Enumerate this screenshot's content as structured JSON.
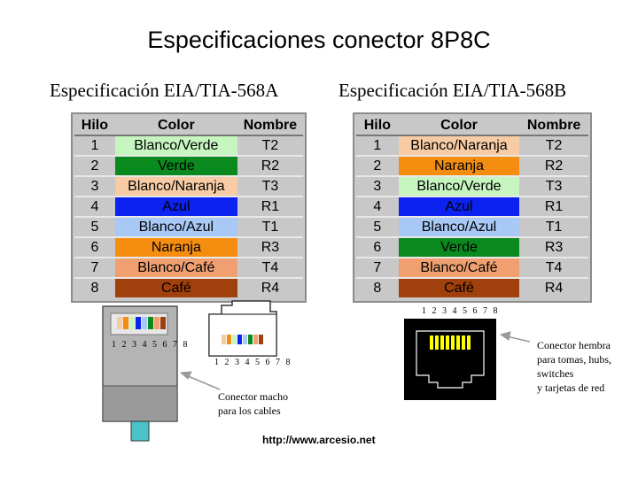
{
  "title": "Especificaciones conector 8P8C",
  "spec_a": {
    "heading": "Especificación EIA/TIA-568A",
    "columns": [
      "Hilo",
      "Color",
      "Nombre"
    ],
    "rows": [
      {
        "hilo": "1",
        "color": "Blanco/Verde",
        "nombre": "T2",
        "bg": "#c6f5c0"
      },
      {
        "hilo": "2",
        "color": "Verde",
        "nombre": "R2",
        "bg": "#0a8a1e"
      },
      {
        "hilo": "3",
        "color": "Blanco/Naranja",
        "nombre": "T3",
        "bg": "#f7cca4"
      },
      {
        "hilo": "4",
        "color": "Azul",
        "nombre": "R1",
        "bg": "#0b22f0"
      },
      {
        "hilo": "5",
        "color": "Blanco/Azul",
        "nombre": "T1",
        "bg": "#a8c8f5"
      },
      {
        "hilo": "6",
        "color": "Naranja",
        "nombre": "R3",
        "bg": "#f58e10"
      },
      {
        "hilo": "7",
        "color": "Blanco/Café",
        "nombre": "T4",
        "bg": "#f0a070"
      },
      {
        "hilo": "8",
        "color": "Café",
        "nombre": "R4",
        "bg": "#a0400c"
      }
    ]
  },
  "spec_b": {
    "heading": "Especificación EIA/TIA-568B",
    "columns": [
      "Hilo",
      "Color",
      "Nombre"
    ],
    "rows": [
      {
        "hilo": "1",
        "color": "Blanco/Naranja",
        "nombre": "T2",
        "bg": "#f7cca4"
      },
      {
        "hilo": "2",
        "color": "Naranja",
        "nombre": "R2",
        "bg": "#f58e10"
      },
      {
        "hilo": "3",
        "color": "Blanco/Verde",
        "nombre": "T3",
        "bg": "#c6f5c0"
      },
      {
        "hilo": "4",
        "color": "Azul",
        "nombre": "R1",
        "bg": "#0b22f0"
      },
      {
        "hilo": "5",
        "color": "Blanco/Azul",
        "nombre": "T1",
        "bg": "#a8c8f5"
      },
      {
        "hilo": "6",
        "color": "Verde",
        "nombre": "R3",
        "bg": "#0a8a1e"
      },
      {
        "hilo": "7",
        "color": "Blanco/Café",
        "nombre": "T4",
        "bg": "#f0a070"
      },
      {
        "hilo": "8",
        "color": "Café",
        "nombre": "R4",
        "bg": "#a0400c"
      }
    ]
  },
  "labels": {
    "pins_plug_left": "1 2 3 4 5 6 7 8",
    "pins_plug_right": "1 2 3 4 5 6 7 8",
    "pins_jack": "1 2 3 4 5 6 7 8",
    "macho_note": [
      "Conector macho",
      "para los cables"
    ],
    "hembra_note": [
      "Conector hembra",
      "para tomas, hubs,",
      "switches",
      "y tarjetas de red"
    ],
    "url": "http://www.arcesio.net"
  }
}
